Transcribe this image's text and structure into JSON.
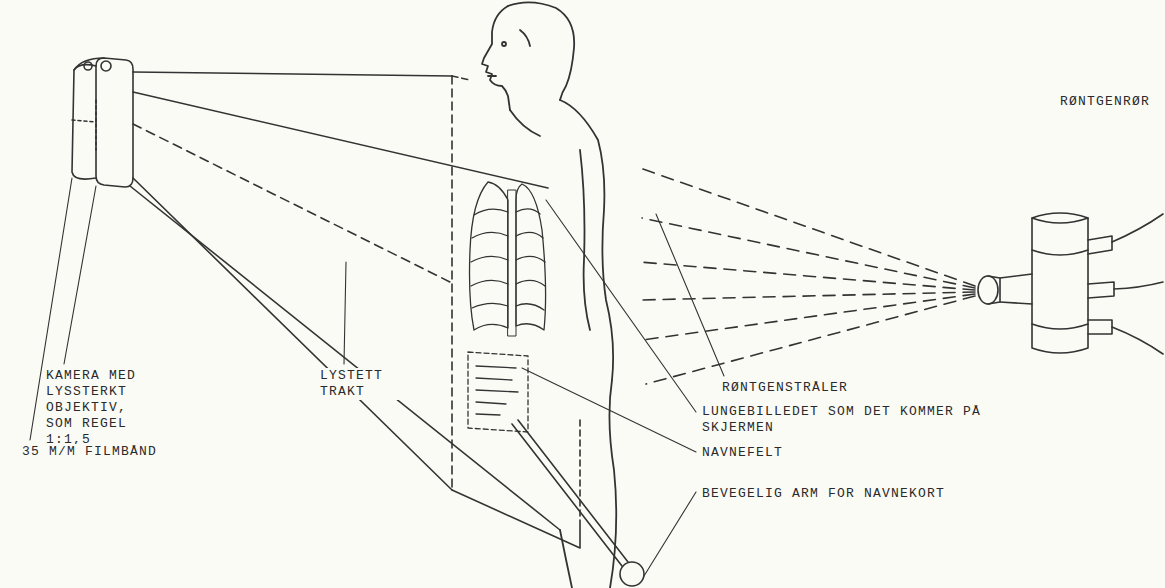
{
  "diagram": {
    "labels": [
      "RØNTGENRØR",
      "KAMERA MED LYSSTERKT OBJEKTIV, SOM REGEL 1:1,5",
      "35 M/M FILMBÅND",
      "LYSTETT TRAKT",
      "RØNTGENSTRÅLER",
      "LUNGEBILLEDET SOM DET KOMMER PÅ SKJERMEN",
      "NAVNEFELT",
      "BEVEGELIG ARM FOR NAVNEKORT"
    ]
  }
}
